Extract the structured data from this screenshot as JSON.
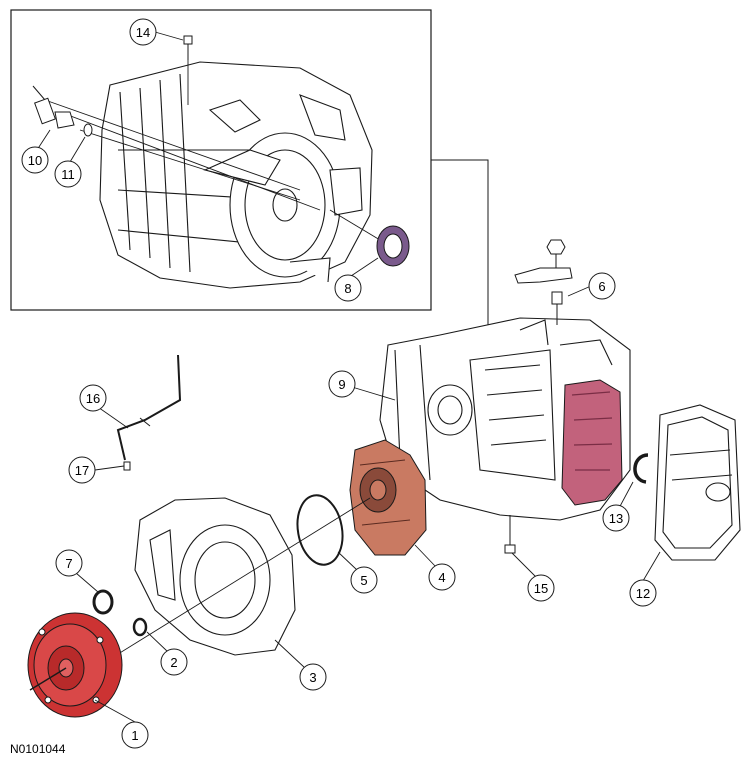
{
  "diagram": {
    "code": "N0101044",
    "callouts": [
      "1",
      "2",
      "3",
      "4",
      "5",
      "6",
      "7",
      "8",
      "9",
      "10",
      "11",
      "12",
      "13",
      "14",
      "15",
      "16",
      "17"
    ]
  },
  "colors": {
    "line": "#1a1a1a",
    "torque_converter_red": "#cc3333",
    "pump_copper": "#c97a62",
    "valve_body_pink": "#c2627c",
    "seal_purple": "#7a5a8c"
  }
}
